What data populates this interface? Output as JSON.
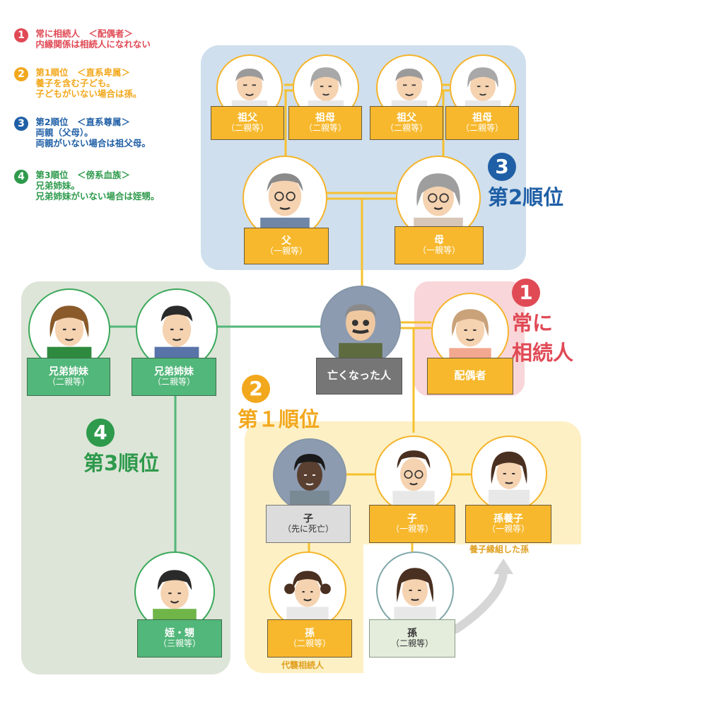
{
  "legend": [
    {
      "num": "1",
      "line1": "常に相続人　＜配偶者＞",
      "line2": "内縁関係は相続人になれない",
      "line3": "",
      "color": "#e04a55"
    },
    {
      "num": "2",
      "line1": "第1順位　＜直系卑属＞",
      "line2": "養子を含む子ども。",
      "line3": "子どもがいない場合は孫。",
      "color": "#f2a81d"
    },
    {
      "num": "3",
      "line1": "第2順位　＜直系尊属＞",
      "line2": "両親（父母）。",
      "line3": "両親がいない場合は祖父母。",
      "color": "#1f5fa6"
    },
    {
      "num": "4",
      "line1": "第3順位　＜傍系血族＞",
      "line2": "兄弟姉妹。",
      "line3": "兄弟姉妹がいない場合は姪甥。",
      "color": "#2e9a4c"
    }
  ],
  "ranks": {
    "spouse": {
      "num": "1",
      "line1": "常に",
      "line2": "相続人",
      "color": "#e04a55"
    },
    "first": {
      "num": "2",
      "title": "第１順位",
      "color": "#f2a81d"
    },
    "second": {
      "num": "3",
      "title": "第2順位",
      "color": "#1f5fa6"
    },
    "third": {
      "num": "4",
      "title": "第3順位",
      "color": "#2e9a4c"
    }
  },
  "people": {
    "grandfather1": {
      "name": "祖父",
      "rel": "（二親等）"
    },
    "grandmother1": {
      "name": "祖母",
      "rel": "（二親等）"
    },
    "grandfather2": {
      "name": "祖父",
      "rel": "（二親等）"
    },
    "grandmother2": {
      "name": "祖母",
      "rel": "（二親等）"
    },
    "father": {
      "name": "父",
      "rel": "（一親等）"
    },
    "mother": {
      "name": "母",
      "rel": "（一親等）"
    },
    "deceased": {
      "name": "亡くなった人"
    },
    "spouse": {
      "name": "配偶者"
    },
    "sibling1": {
      "name": "兄弟姉妹",
      "rel": "（二親等）"
    },
    "sibling2": {
      "name": "兄弟姉妹",
      "rel": "（二親等）"
    },
    "nephew": {
      "name": "姪・甥",
      "rel": "（三親等）"
    },
    "child_dead": {
      "name": "子",
      "rel": "（先に死亡）"
    },
    "child": {
      "name": "子",
      "rel": "（一親等）"
    },
    "adopted_grandchild": {
      "name": "孫養子",
      "rel": "（一親等）"
    },
    "grandchild_sub": {
      "name": "孫",
      "rel": "（二親等）"
    },
    "grandchild": {
      "name": "孫",
      "rel": "（二親等）"
    }
  },
  "notes": {
    "adoption": "養子縁組した孫",
    "representation": "代襲相続人"
  },
  "colors": {
    "line_yellow": "#f5c12e",
    "line_green": "#52b77a",
    "label_yellow": "#f7b82d",
    "label_green": "#52b77a",
    "arrow_gray": "#d0d0d0"
  }
}
